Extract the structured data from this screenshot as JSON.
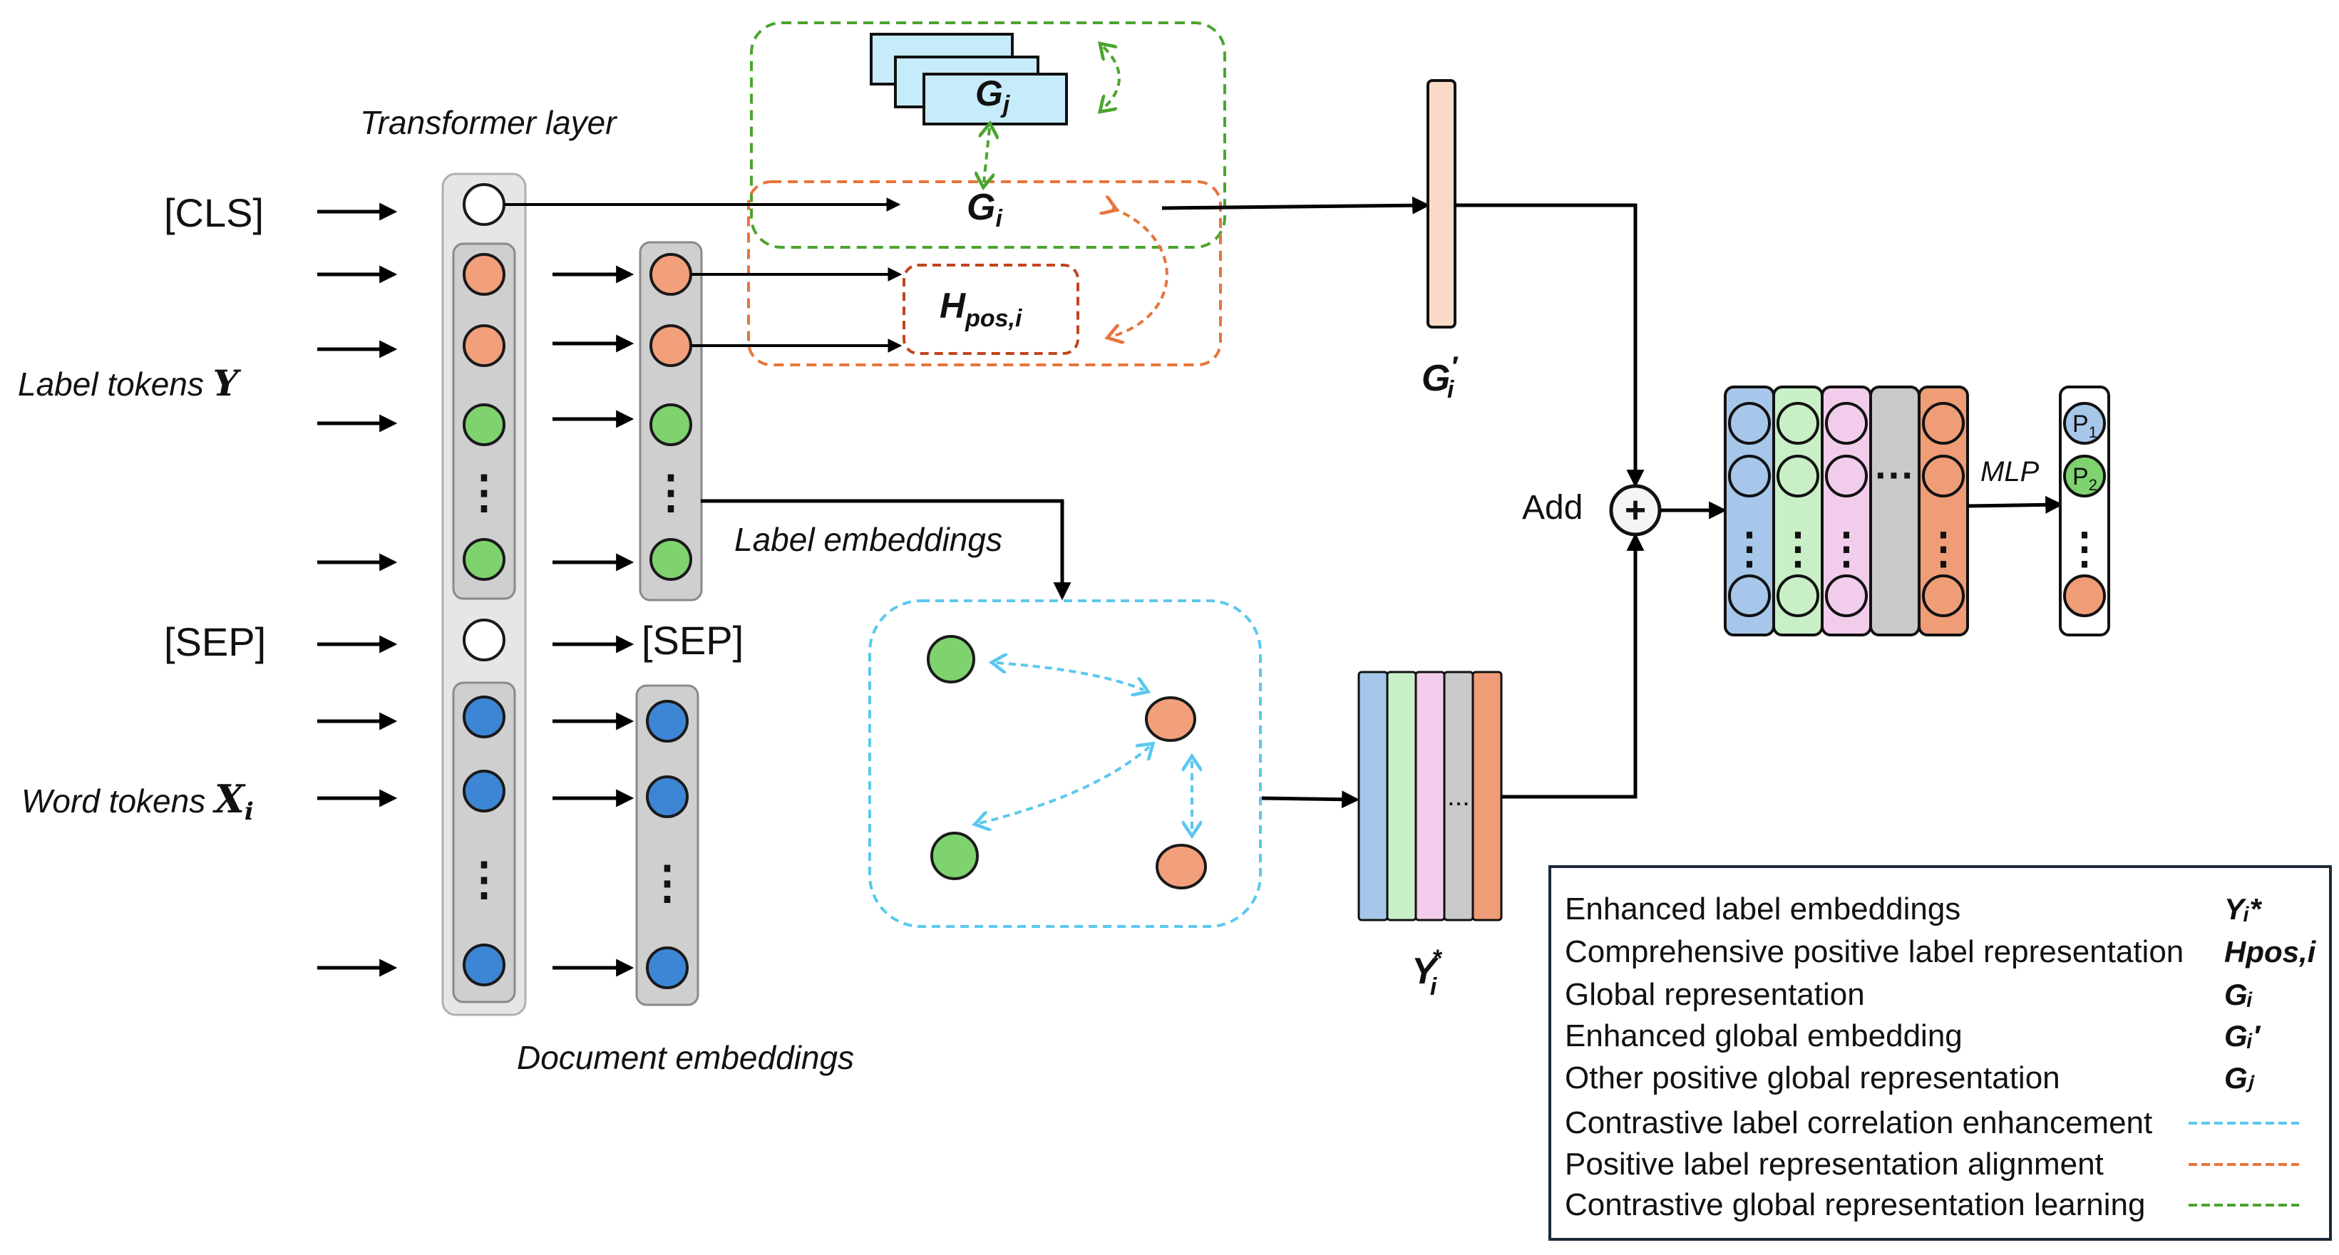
{
  "inputs": {
    "cls": "[CLS]",
    "sep": "[SEP]",
    "label_tokens": "Label  tokens",
    "label_tokens_symbol": "Y",
    "word_tokens": "Word tokens",
    "word_tokens_symbol": "X",
    "word_tokens_sub": "i"
  },
  "labels": {
    "transformer_layer": "Transformer layer",
    "sep_out": "[SEP]",
    "label_embeddings": "Label embeddings",
    "document_embeddings": "Document embeddings",
    "add": "Add",
    "plus": "+",
    "mlp": "MLP",
    "ellipsis": "⋮",
    "hdots": "···",
    "dots_small": "..."
  },
  "symbols": {
    "gj_main": "G",
    "gj_sub": "j",
    "gi_main": "G",
    "gi_sub": "i",
    "hpos_main": "H",
    "hpos_sub": "pos,i",
    "gprime_main": "G",
    "gprime_mark": "′",
    "gprime_sub": "i",
    "ystar_main": "Y",
    "ystar_sup": "*",
    "ystar_sub": "i",
    "p_letter": "P",
    "p1_sub": "1",
    "p2_sub": "2"
  },
  "legend": {
    "items": [
      {
        "text": "Enhanced label embeddings",
        "symbol": "Yᵢ*"
      },
      {
        "text": "Comprehensive positive label representation",
        "symbol": "Hpos,i"
      },
      {
        "text": "Global representation",
        "symbol": "Gᵢ"
      },
      {
        "text": "Enhanced  global embedding",
        "symbol": "Gᵢ′"
      },
      {
        "text": "Other positive global  representation",
        "symbol": "Gⱼ"
      },
      {
        "text": "Contrastive label correlation enhancement",
        "line_color": "#5bc8ee"
      },
      {
        "text": "Positive label representation alignment",
        "line_color": "#e8743b"
      },
      {
        "text": "Contrastive global representation learning",
        "line_color": "#4aa52e"
      }
    ]
  },
  "colors": {
    "orange": "#f2a07c",
    "green": "#7fd36e",
    "blue": "#3d86d6",
    "white": "#ffffff",
    "column_outer": "#e6e6e6",
    "column_inner": "#cfcfcf",
    "cyan_dash": "#5bc8ee",
    "orange_dash": "#e8743b",
    "green_dash": "#4aa52e",
    "gj_fill": "#c6ecfb",
    "gprime_fill": "#fbd9c8",
    "strip_blue": "#a7c7ea",
    "strip_green": "#c9efc7",
    "strip_pink": "#f1cdeb",
    "strip_grey": "#c9c9c9",
    "strip_orange": "#ef9d77"
  }
}
